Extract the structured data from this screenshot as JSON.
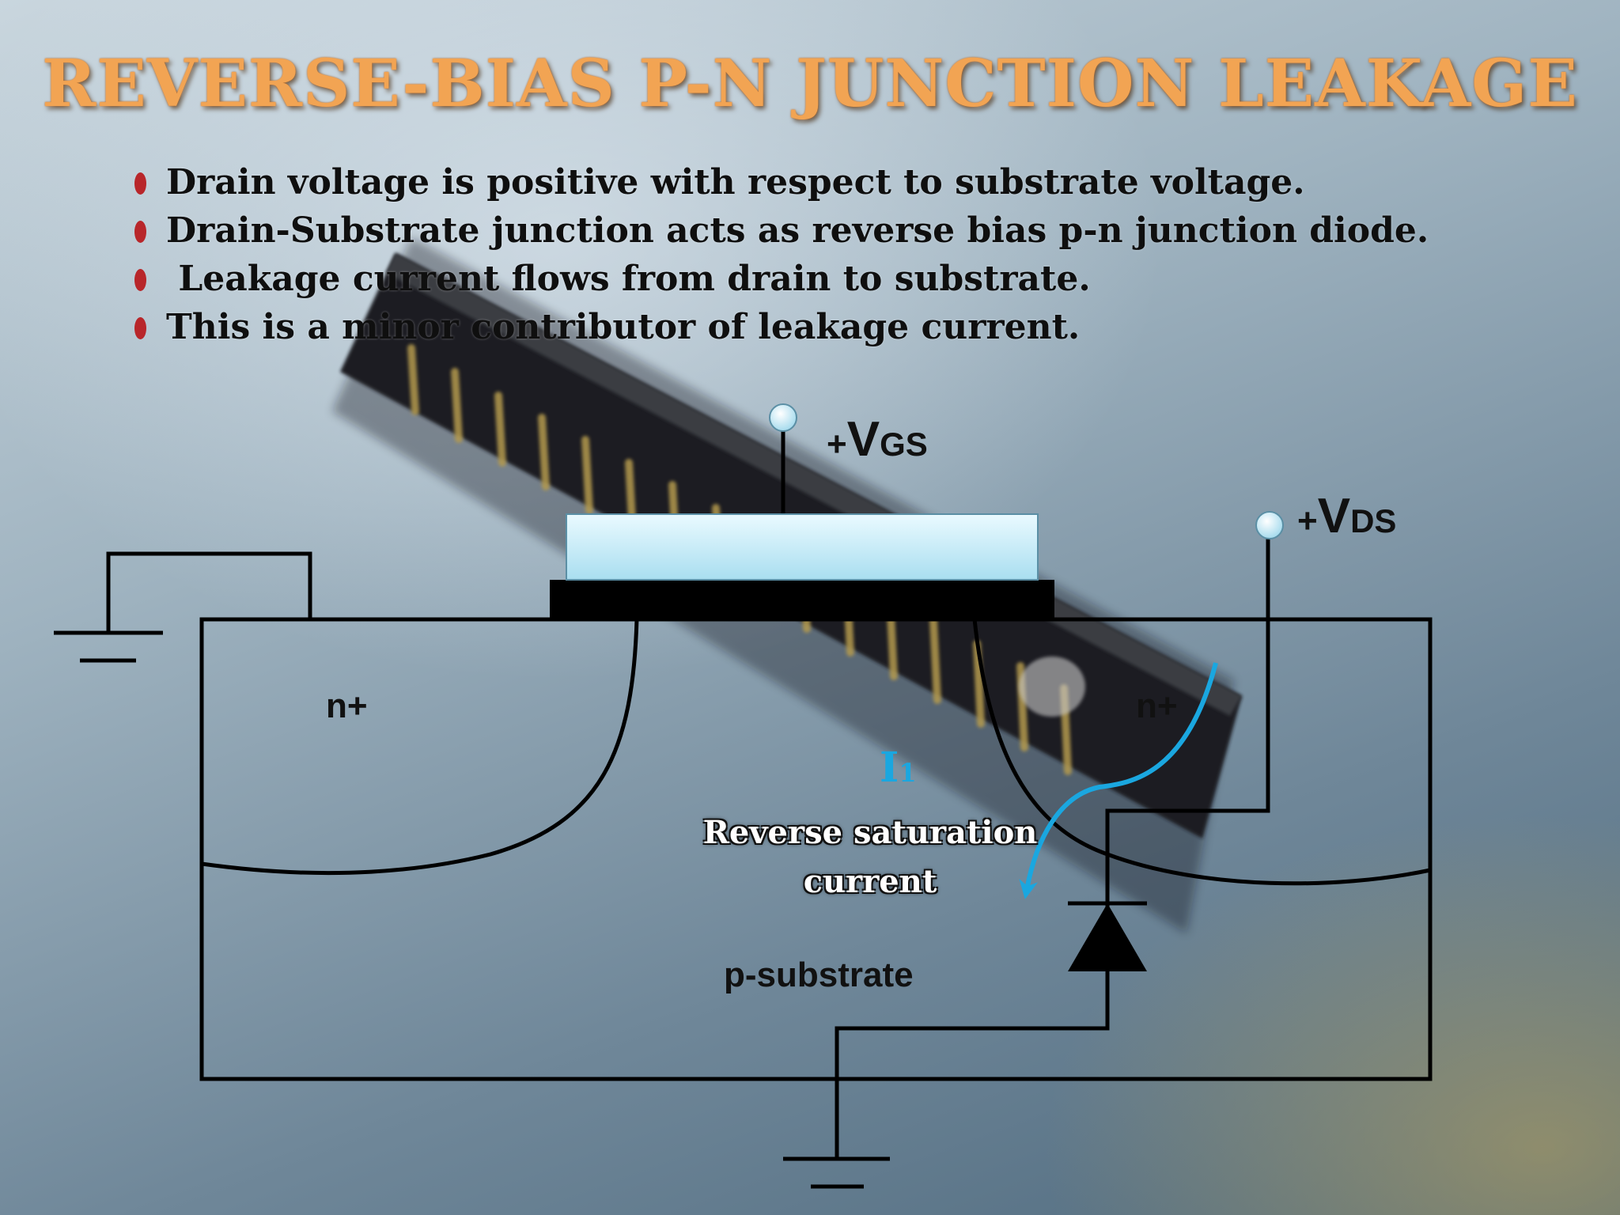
{
  "title": "REVERSE-BIAS P-N JUNCTION LEAKAGE",
  "bullets": [
    "Drain voltage is positive with respect to substrate voltage.",
    "Drain-Substrate junction acts as reverse bias p-n junction diode.",
    " Leakage current flows from drain to substrate.",
    "This is a minor contributor of leakage current."
  ],
  "diagram": {
    "gate_voltage": {
      "plus": "+",
      "main": "V",
      "sub": "GS"
    },
    "drain_voltage": {
      "plus": "+",
      "main": "V",
      "sub": "DS"
    },
    "source_region": "n+",
    "drain_region": "n+",
    "substrate_region": "p-substrate",
    "current_symbol": {
      "main": "I",
      "sub": "1"
    },
    "current_description": [
      "Reverse saturation",
      "current"
    ]
  },
  "colors": {
    "title": "#f2a453",
    "bullet_dot": "#b8262a",
    "current_arrow": "#1aa7e0",
    "gate": "#cdeef7",
    "terminal": "#d6f1fa"
  }
}
